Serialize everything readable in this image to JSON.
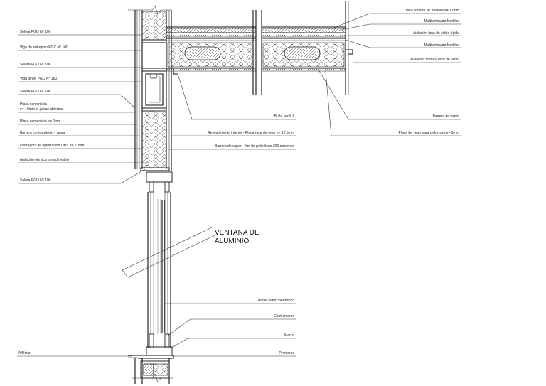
{
  "title": {
    "line1": "VENTANA DE",
    "line2": "ALUMINIO"
  },
  "left_labels": [
    "Solera PGU N° 100",
    "Viga de entrepiso PGC N° 100",
    "Solera PGU N° 100",
    "Viga dintel PGC N° 150",
    "Solera PGU N° 100",
    "Placa cementicia",
    "e= 10mm c/ juntas abiertas",
    "Placa cementicia e= 6mm",
    "Barrera contra viento y agua",
    "Diafragma de rigidización OBS e= 11mm",
    "Aislación térmica lana de vidrio",
    "Solera PGU N° 100",
    "Alféizar"
  ],
  "right_labels": [
    "Piso flotante de madera e= 12mm",
    "Multilaminado fenólico",
    "Aislación lana de vidrio rígida",
    "Multilaminado fenólico",
    "Aislación térmica lana de vidrio",
    "Barrera de vapor",
    "Placa de yeso para cielorraso e= 9mm"
  ],
  "center_labels": [
    "Buña perfil Z",
    "Revestimiento interior - Placa roca de yeso e= 12,5mm",
    "Barrera de vapor - film de polietileno 200 micrones",
    "Doble Vidrio Hermético",
    "Contramarco",
    "Marco",
    "Premarco"
  ]
}
